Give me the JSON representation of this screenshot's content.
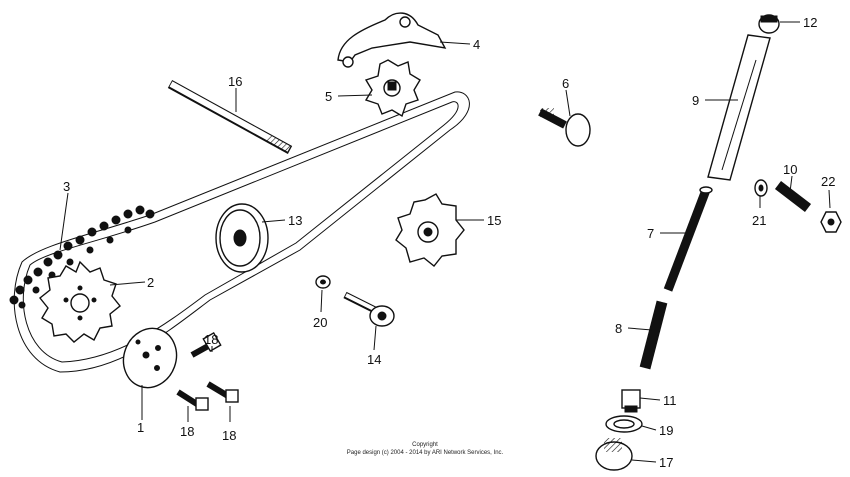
{
  "callouts": [
    "1",
    "2",
    "3",
    "4",
    "5",
    "6",
    "7",
    "8",
    "9",
    "10",
    "11",
    "12",
    "13",
    "14",
    "15",
    "16",
    "17",
    "18",
    "18",
    "18",
    "19",
    "20",
    "21",
    "22"
  ],
  "copyright": {
    "line1": "Copyright",
    "line2": "Page design (c) 2004 - 2014 by ARI Network Services, Inc."
  }
}
